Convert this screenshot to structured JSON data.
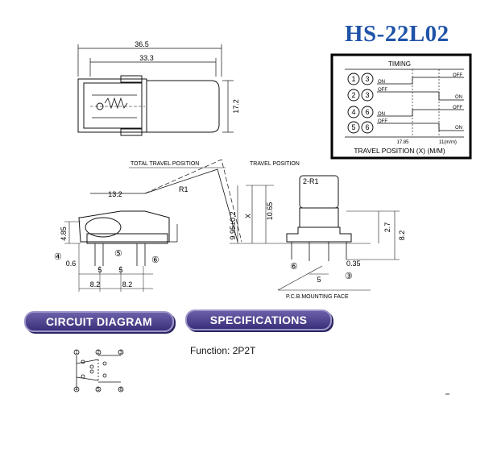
{
  "title": "HS-22L02",
  "dimensions": {
    "overall_width": "36.5",
    "body_width": "33.3",
    "height": "17.2",
    "actuator_offset": "13.2",
    "pin_height": "4.85",
    "pin_width": "0.6",
    "pitch_small_1": "5",
    "pitch_small_2": "5",
    "pitch_large_1": "8.2",
    "pitch_large_2": "8.2",
    "travel_height": "9.95±0.2",
    "x_label": "X",
    "total_height": "10.65",
    "radius_1": "R1",
    "radius_2": "2-R1",
    "side_2_7": "2.7",
    "side_8_2": "8.2",
    "side_5": "5",
    "side_0_35": "0.35"
  },
  "labels": {
    "total_travel": "TOTAL TRAVEL POSITION",
    "travel": "TRAVEL POSITION",
    "pcb_face": "P.C.B.MOUNTING FACE"
  },
  "pin_markers": [
    "④",
    "⑤",
    "⑥",
    "⑥",
    "③"
  ],
  "timing": {
    "title": "TIMING",
    "rows": [
      {
        "pins": [
          "1",
          "3"
        ],
        "start": "ON",
        "end": "OFF"
      },
      {
        "pins": [
          "2",
          "3"
        ],
        "start": "OFF",
        "end": "ON"
      },
      {
        "pins": [
          "4",
          "6"
        ],
        "start": "ON",
        "end": "OFF"
      },
      {
        "pins": [
          "5",
          "6"
        ],
        "start": "OFF",
        "end": "ON"
      }
    ],
    "tick_1": "17.85",
    "tick_2": "11(m/m)",
    "axis_label": "TRAVEL POSITION (X) (M/M)"
  },
  "circuit": {
    "header": "CIRCUIT DIAGRAM",
    "pins": [
      "1",
      "2",
      "3",
      "4",
      "5",
      "6"
    ]
  },
  "specifications": {
    "header": "SPECIFICATIONS",
    "function_label": "Function: 2P2T"
  }
}
